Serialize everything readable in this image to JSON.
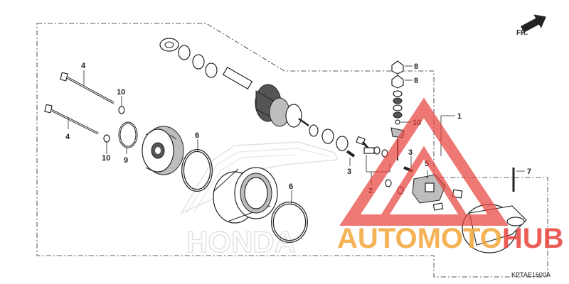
{
  "callouts": [
    {
      "id": "c1",
      "label": "1"
    },
    {
      "id": "c2",
      "label": "2"
    },
    {
      "id": "c3a",
      "label": "3"
    },
    {
      "id": "c3b",
      "label": "3"
    },
    {
      "id": "c4a",
      "label": "4"
    },
    {
      "id": "c4b",
      "label": "4"
    },
    {
      "id": "c5",
      "label": "5"
    },
    {
      "id": "c6a",
      "label": "6"
    },
    {
      "id": "c6b",
      "label": "6"
    },
    {
      "id": "c7",
      "label": "7"
    },
    {
      "id": "c8",
      "label": "8"
    },
    {
      "id": "c9",
      "label": "9"
    },
    {
      "id": "c10a",
      "label": "10"
    },
    {
      "id": "c10b",
      "label": "10"
    },
    {
      "id": "c10c",
      "label": "10"
    }
  ],
  "direction_label": "FR.",
  "diagram_code": "KPTAE1600A",
  "watermark": {
    "brand_text": "AUTOMOTOHUB",
    "background_logo_text": "HONDA",
    "color_red": "#e8413a",
    "color_orange": "#f3a63a"
  }
}
